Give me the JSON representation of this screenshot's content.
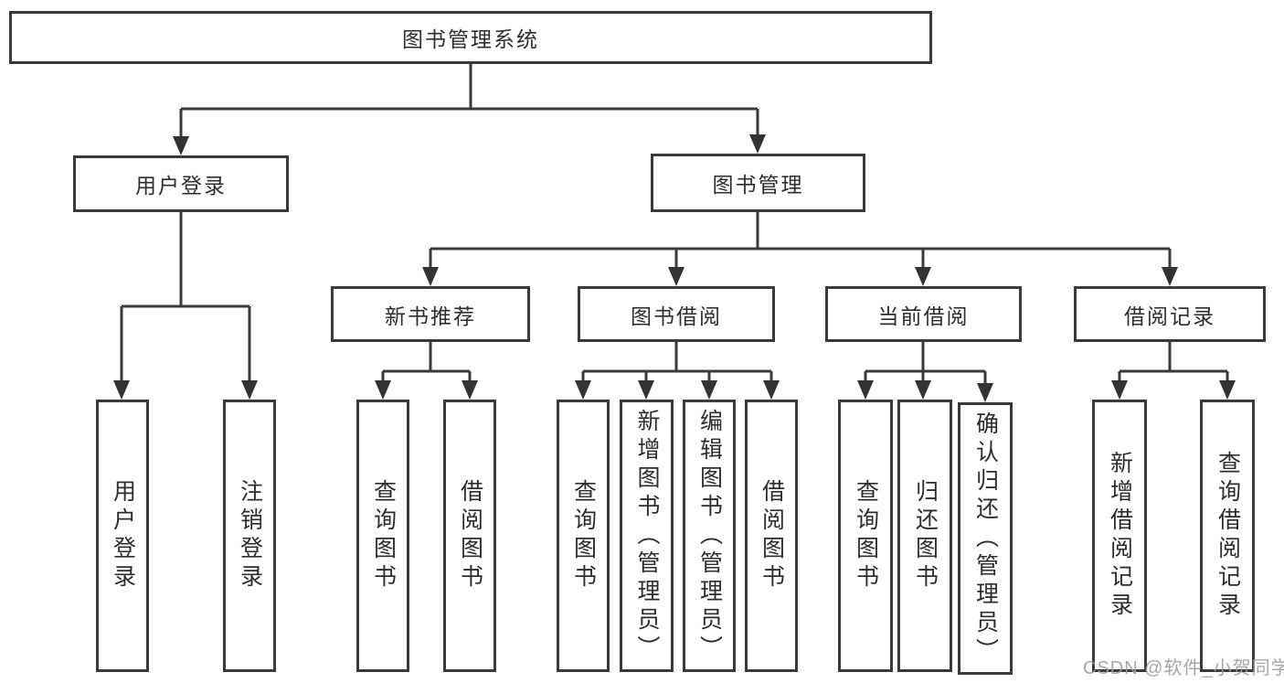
{
  "title": "图书管理系统",
  "watermark": "CSDN @软件_小贺同学",
  "colors": {
    "line": "#3a3a3a",
    "text": "#2d2d2d",
    "background": "#ffffff",
    "watermark": "#9e9e9e"
  },
  "tree": {
    "label": "图书管理系统",
    "children": [
      {
        "label": "用户登录",
        "children": [
          {
            "label": "用户登录"
          },
          {
            "label": "注销登录"
          }
        ]
      },
      {
        "label": "图书管理",
        "children": [
          {
            "label": "新书推荐",
            "children": [
              {
                "label": "查询图书"
              },
              {
                "label": "借阅图书"
              }
            ]
          },
          {
            "label": "图书借阅",
            "children": [
              {
                "label": "查询图书"
              },
              {
                "label": "新增图书（管理员）"
              },
              {
                "label": "编辑图书（管理员）"
              },
              {
                "label": "借阅图书"
              }
            ]
          },
          {
            "label": "当前借阅",
            "children": [
              {
                "label": "查询图书"
              },
              {
                "label": "归还图书"
              },
              {
                "label": "确认归还（管理员）"
              }
            ]
          },
          {
            "label": "借阅记录",
            "children": [
              {
                "label": "新增借阅记录"
              },
              {
                "label": "查询借阅记录"
              }
            ]
          }
        ]
      }
    ]
  }
}
